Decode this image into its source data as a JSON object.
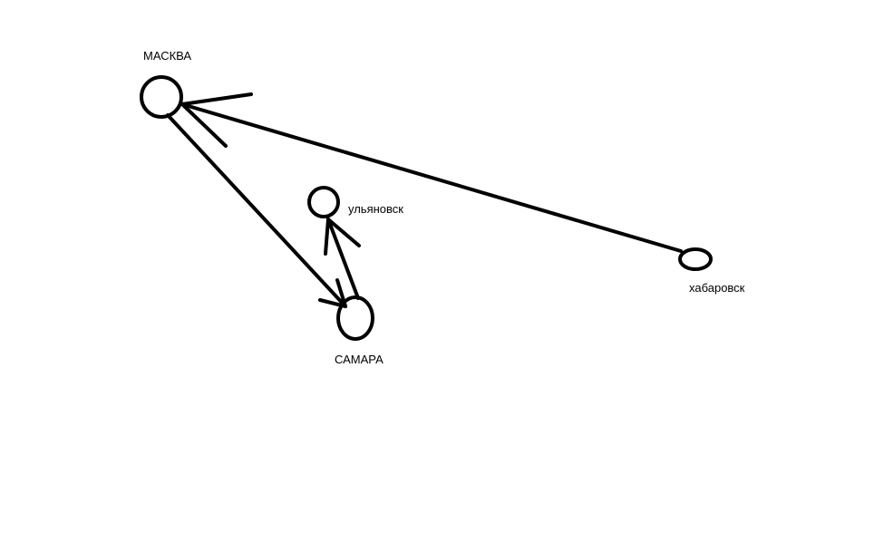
{
  "colors": {
    "stroke": "#000000",
    "background": "#ffffff"
  },
  "nodes": {
    "moskva": {
      "label": "МАСКВА"
    },
    "ulyanovsk": {
      "label": "ульяновск"
    },
    "samara": {
      "label": "САМАРА"
    },
    "khabarovsk": {
      "label": "хабаровск"
    }
  },
  "edges": [
    {
      "from": "khabarovsk",
      "to": "moskva",
      "arrow": "to"
    },
    {
      "from": "moskva",
      "to": "samara",
      "arrow": "to"
    },
    {
      "from": "samara",
      "to": "ulyanovsk",
      "arrow": "to"
    }
  ]
}
